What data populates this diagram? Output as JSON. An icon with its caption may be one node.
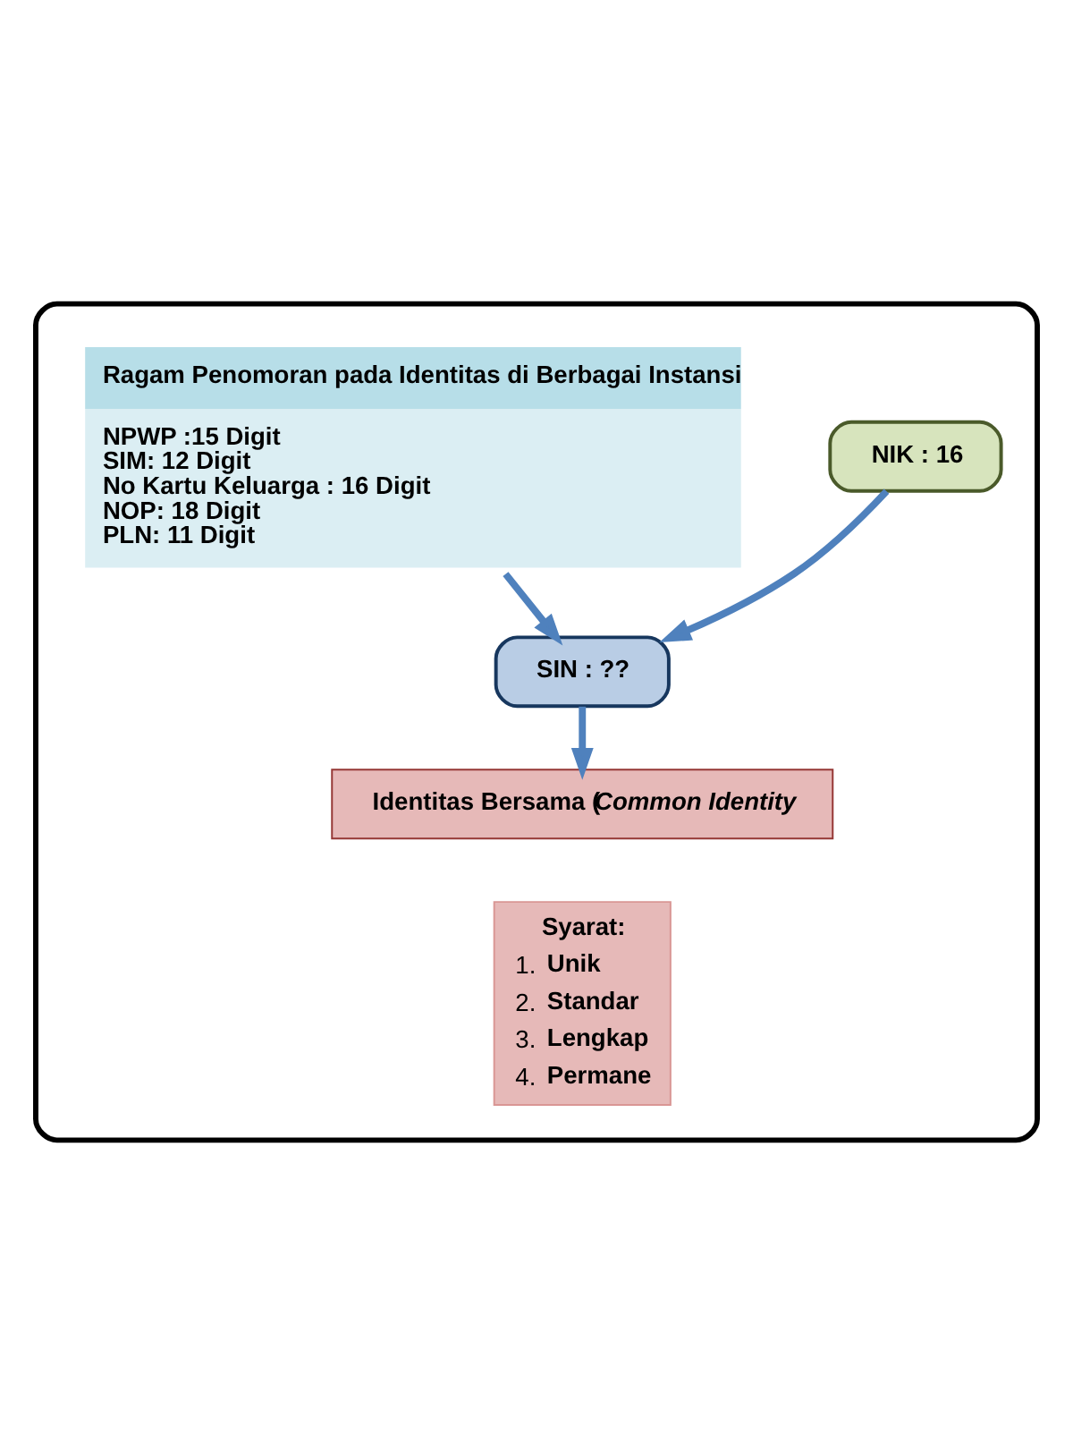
{
  "diagram": {
    "nodes": [
      {
        "text": [],
        "shape": "box"
      },
      {
        "text": [
          "NIK : 16"
        ],
        "in": 0
      },
      {
        "text": [
          "Ragam Penomoran pada Identitas di Berbagai Instansi",
          "NPWP :15 Digit",
          "SIM: 12 Digit",
          "No Kartu Keluarga : 16 Digit",
          "NOP: 18 Digit",
          "PLN: 11 Digit"
        ],
        "in": 0
      },
      {
        "text": [
          "SIN : ??"
        ],
        "in": 0
      },
      {
        "text": [
          "Identitas Bersama (*Common Identity*"
        ],
        "in": 0
      },
      {
        "text": [
          "Syarat:",
          "1.",
          "Unik",
          "2.",
          "Standar",
          "3.",
          "Lengkap",
          "4.",
          "Permane"
        ],
        "in": 0
      }
    ],
    "edges": [
      {
        "from": 1,
        "to": 3,
        "arrow": "to"
      },
      {
        "from": 2,
        "to": 3,
        "arrow": "to"
      },
      {
        "from": 3,
        "to": 4,
        "arrow": "to"
      }
    ]
  }
}
